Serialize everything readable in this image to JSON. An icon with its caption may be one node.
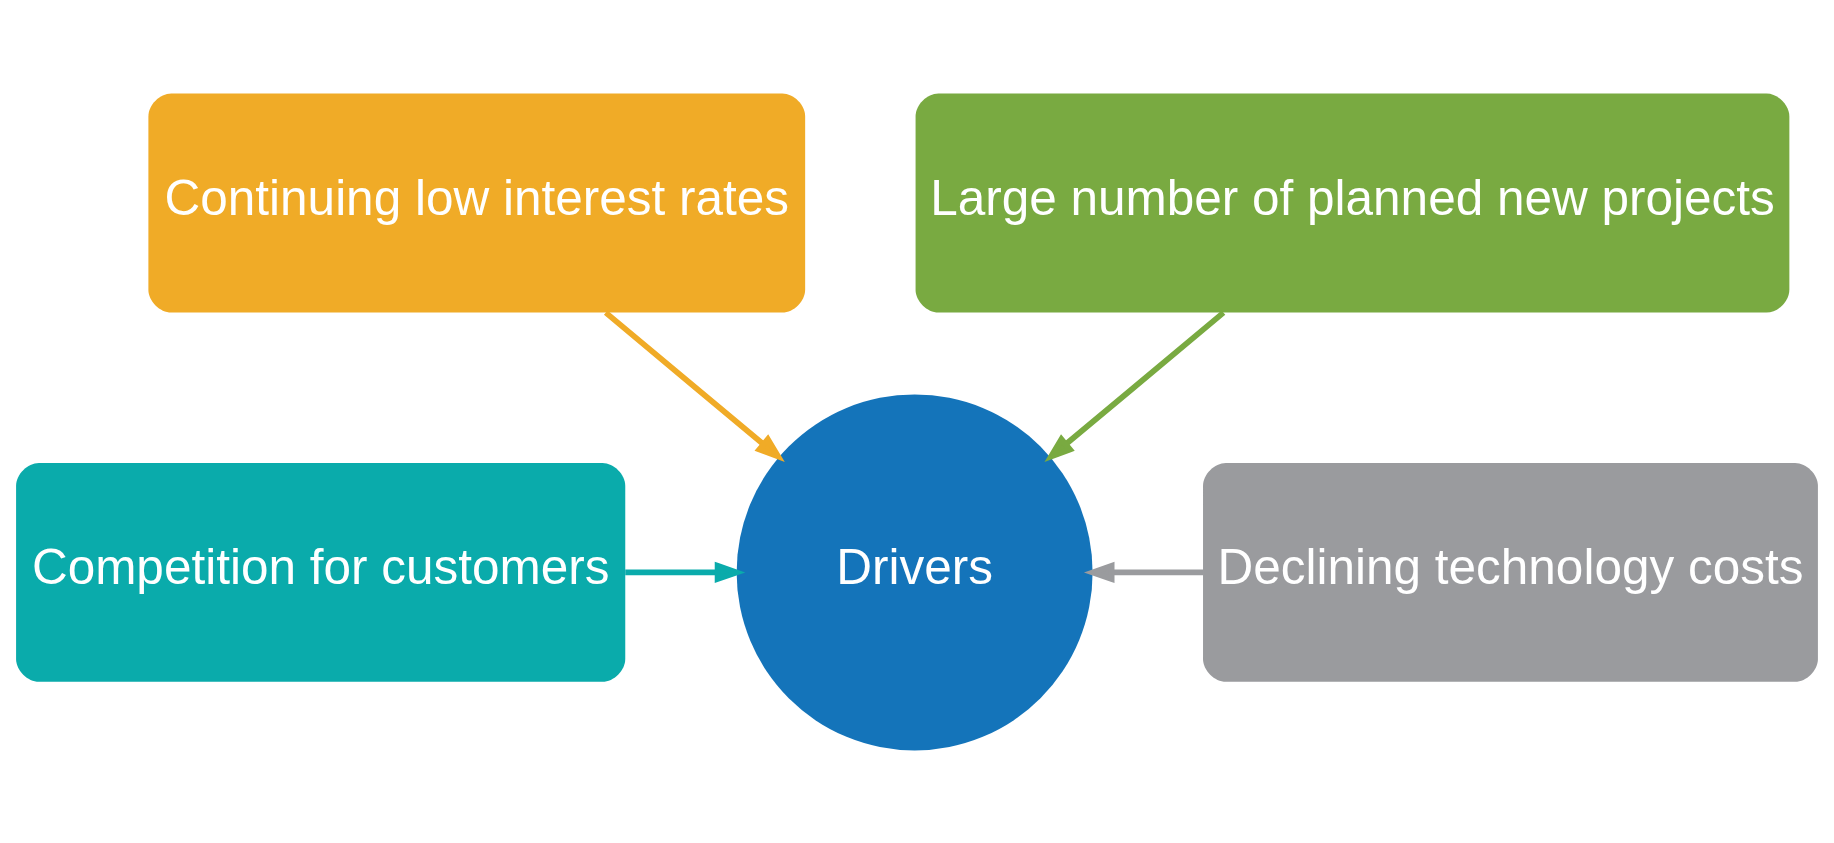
{
  "diagram": {
    "nodes": [
      {
        "text": [
          "Continuing low interest rates"
        ]
      },
      {
        "text": [
          "Large number of planned new projects"
        ]
      },
      {
        "text": [
          "Competition for customers"
        ]
      },
      {
        "text": [
          "Drivers"
        ]
      },
      {
        "text": [
          "Declining technology costs"
        ]
      }
    ],
    "edges": [
      {
        "from": 0,
        "to": 3,
        "arrow": "to",
        "color": "#f0ab27"
      },
      {
        "from": 1,
        "to": 3,
        "arrow": "to",
        "color": "#79aa41"
      },
      {
        "from": 2,
        "to": 3,
        "arrow": "to",
        "color": "#0aabab"
      },
      {
        "from": 4,
        "to": 3,
        "arrow": "to",
        "color": "#9a9b9e"
      }
    ]
  }
}
